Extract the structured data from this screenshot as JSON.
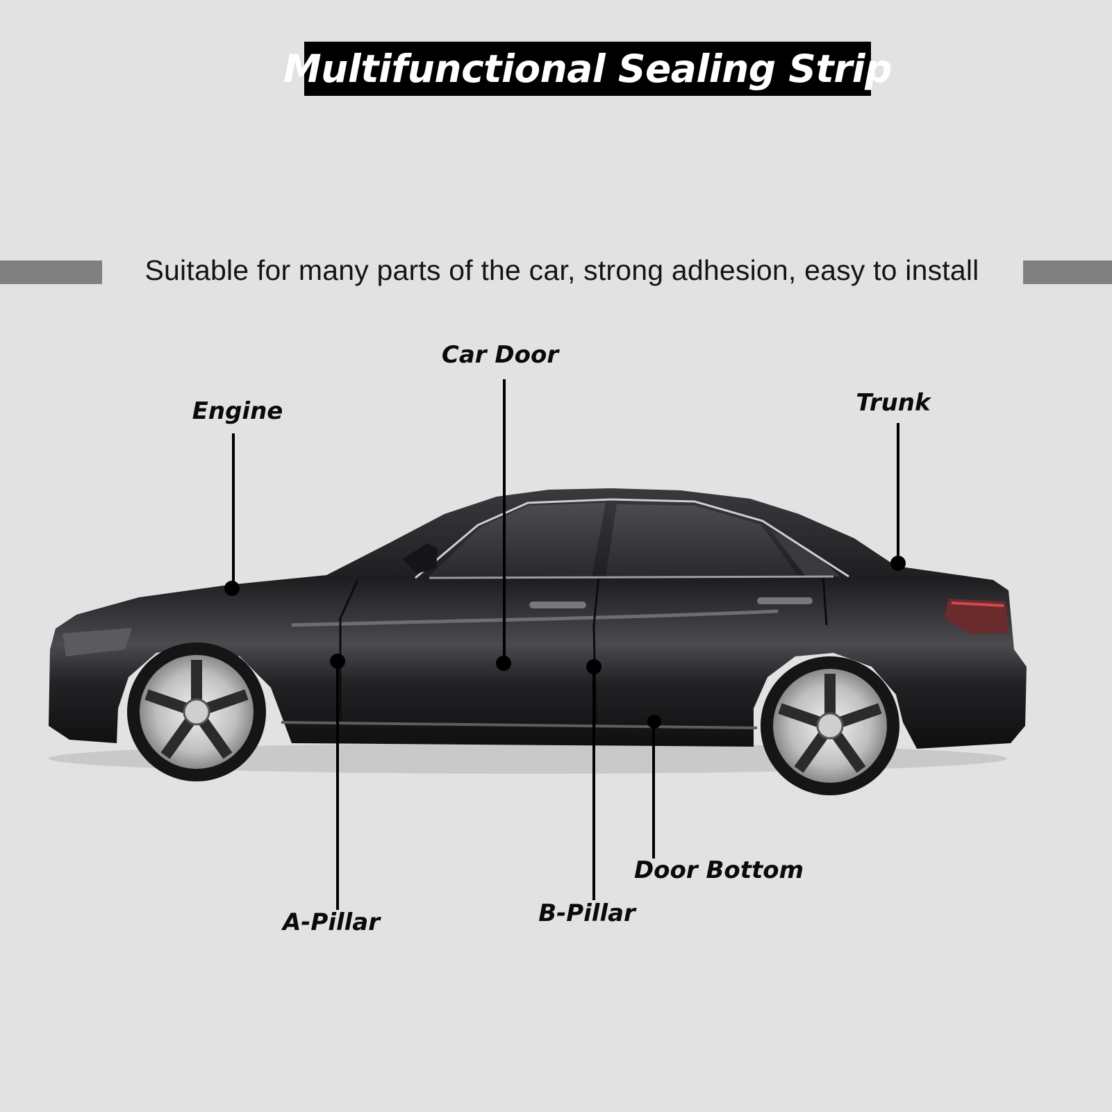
{
  "header": {
    "title": "Multifunctional Sealing Strip",
    "subtitle": "Suitable for many parts of the car, strong adhesion, easy to install"
  },
  "callouts": [
    {
      "id": "engine",
      "label": "Engine"
    },
    {
      "id": "car-door",
      "label": "Car Door"
    },
    {
      "id": "trunk",
      "label": "Trunk"
    },
    {
      "id": "a-pillar",
      "label": "A-Pillar"
    },
    {
      "id": "b-pillar",
      "label": "B-Pillar"
    },
    {
      "id": "door-bottom",
      "label": "Door Bottom"
    }
  ],
  "colors": {
    "background": "#e2e2e2",
    "title_box": "#000000",
    "title_text": "#ffffff",
    "accent_bar": "#808080",
    "car_body": "#1c1c1e",
    "leader_line": "#000000"
  }
}
